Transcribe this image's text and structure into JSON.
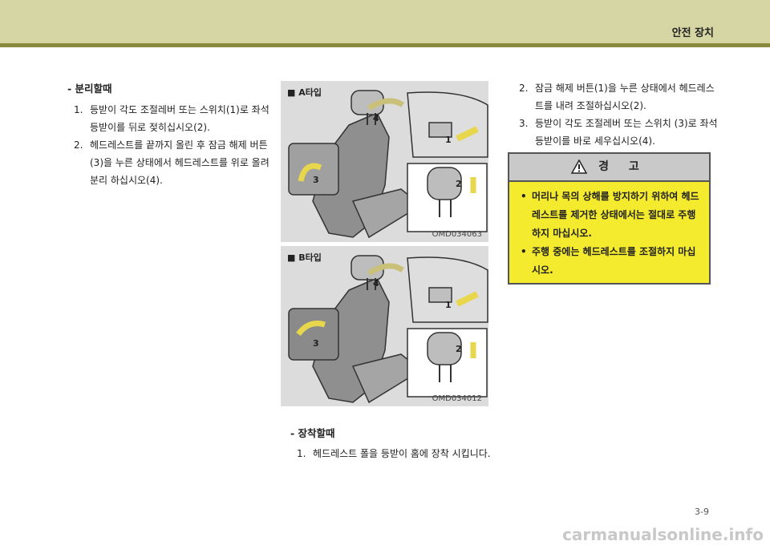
{
  "header": {
    "title": "안전 장치"
  },
  "detach": {
    "title": "-  분리할때",
    "steps": [
      {
        "num": "1.",
        "text": "등받이 각도 조절레버 또는 스위치(1)로 좌석 등받이를 뒤로 젖히십시오(2)."
      },
      {
        "num": "2.",
        "text": "헤드레스트를 끝까지 올린 후 잠금 해제 버튼 (3)을 누른 상태에서 헤드레스트를 위로 올려 분리 하십시오(4)."
      }
    ]
  },
  "figures": [
    {
      "label": "■  A타입",
      "code": "OMD034063",
      "callouts": [
        "1",
        "2",
        "3",
        "4"
      ]
    },
    {
      "label": "■  B타입",
      "code": "OMD034012",
      "callouts": [
        "1",
        "2",
        "3",
        "4"
      ]
    }
  ],
  "detach_cont": {
    "steps": [
      {
        "num": "2.",
        "text": "잠금 해제 버튼(1)을 누른 상태에서 헤드레스트를 내려 조절하십시오(2)."
      },
      {
        "num": "3.",
        "text": "등받이 각도 조절레버 또는 스위치 (3)로 좌석 등받이를 바로 세우십시오(4)."
      }
    ]
  },
  "attach": {
    "title": "-  장착할때",
    "steps": [
      {
        "num": "1.",
        "text": "헤드레스트 폴을 등받이 홈에 장착 시킵니다."
      }
    ]
  },
  "warning": {
    "title": "경 고",
    "items": [
      "머리나 목의 상해를 방지하기 위하여 헤드레스트를 제거한 상태에서는 절대로 주행하지 마십시오.",
      "주행 중에는 헤드레스트를 조절하지 마십시오."
    ]
  },
  "page_number": "3-9",
  "watermark": "carmanualsonline.info"
}
